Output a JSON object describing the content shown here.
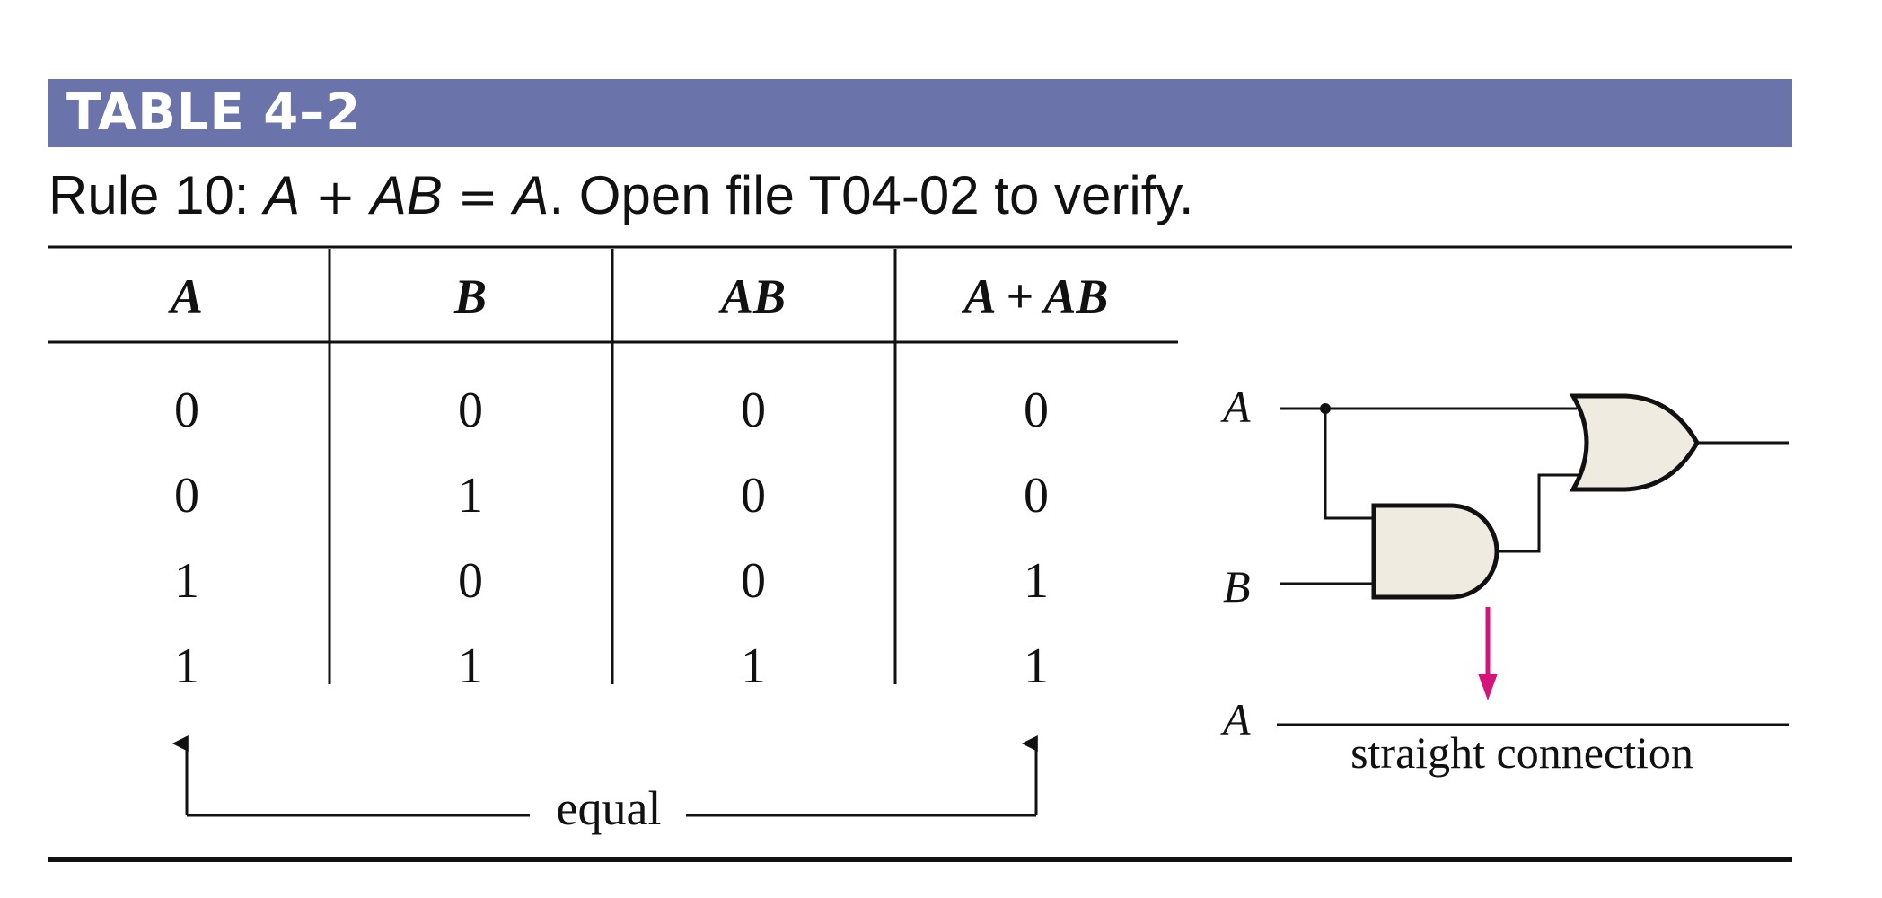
{
  "table_label": "TABLE 4–2",
  "caption": {
    "prefix": "Rule 10: ",
    "expr_a": "A",
    "op_plus": "+",
    "expr_ab": "AB",
    "op_eq": "=",
    "expr_result": "A",
    "suffix": ". Open file T04-02 to verify."
  },
  "truth_table": {
    "headers": [
      "A",
      "B",
      "AB",
      "A + AB"
    ],
    "rows": [
      [
        "0",
        "0",
        "0",
        "0"
      ],
      [
        "0",
        "1",
        "0",
        "0"
      ],
      [
        "1",
        "0",
        "0",
        "1"
      ],
      [
        "1",
        "1",
        "1",
        "1"
      ]
    ]
  },
  "equal_label": "equal",
  "circuit": {
    "input_a_label": "A",
    "input_b_label": "B",
    "equivalent_label": "A",
    "straight_label": "straight connection"
  },
  "colors": {
    "banner": "#6a74ab",
    "gate_fill": "#efebe0",
    "arrow": "#d4147a"
  }
}
